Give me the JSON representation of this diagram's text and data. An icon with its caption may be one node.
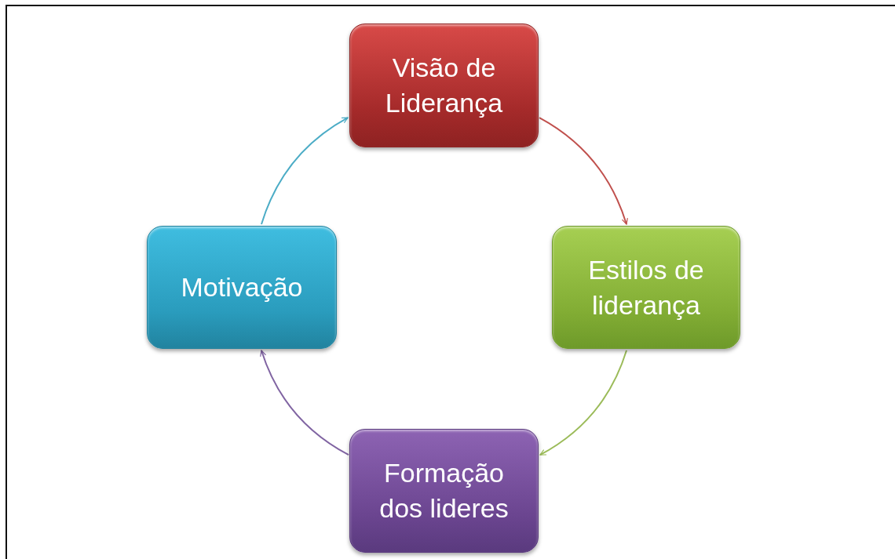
{
  "diagram": {
    "nodes": [
      {
        "text": [
          "Visão de Liderança"
        ]
      },
      {
        "text": [
          "Estilos de liderança"
        ]
      },
      {
        "text": [
          "Formação dos lideres"
        ]
      },
      {
        "text": [
          "Motivação"
        ]
      }
    ],
    "edges": [
      {
        "from": 0,
        "to": 1,
        "arrow": "to",
        "color": "#c0504d"
      },
      {
        "from": 1,
        "to": 2,
        "arrow": "to",
        "color": "#9bbb59"
      },
      {
        "from": 2,
        "to": 3,
        "arrow": "to",
        "color": "#8064a2"
      },
      {
        "from": 3,
        "to": 0,
        "arrow": "to",
        "color": "#4bacc6"
      }
    ]
  }
}
